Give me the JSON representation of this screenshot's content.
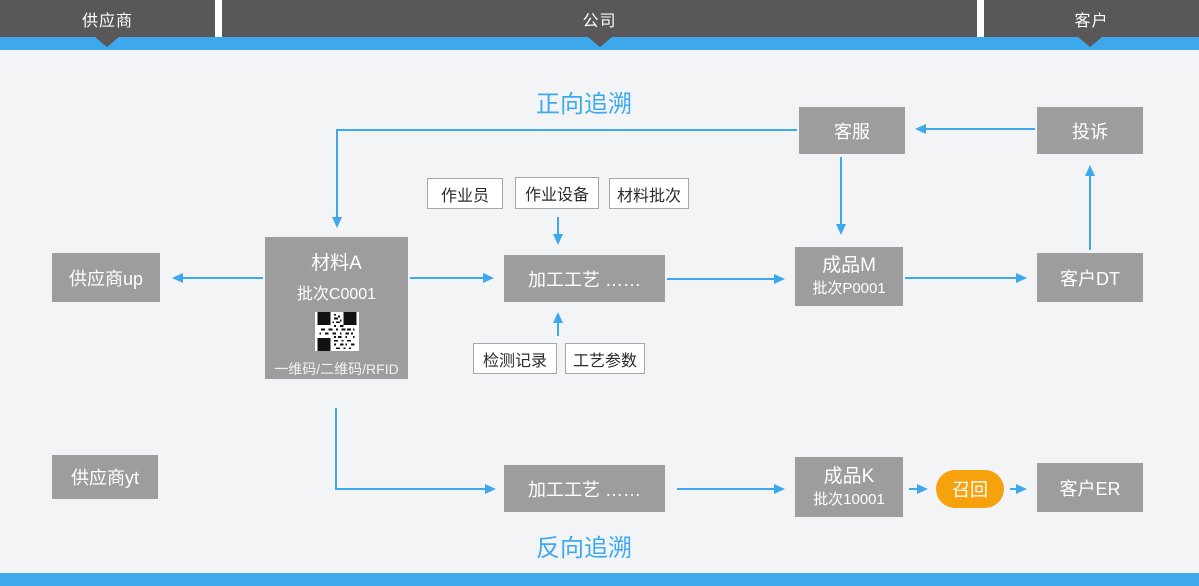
{
  "header": {
    "segments": [
      {
        "label": "供应商"
      },
      {
        "label": "公司"
      },
      {
        "label": "客户"
      }
    ]
  },
  "titles": {
    "forward": "正向追溯",
    "backward": "反向追溯"
  },
  "nodes": {
    "customer_service": {
      "label": "客服"
    },
    "complaint": {
      "label": "投诉"
    },
    "supplier_up": {
      "label": "供应商up"
    },
    "material_a": {
      "title": "材料A",
      "batch": "批次C0001",
      "caption": "一维码/二维码/RFID"
    },
    "process_top": {
      "label": "加工工艺  ……"
    },
    "product_m": {
      "title": "成品M",
      "batch": "批次P0001"
    },
    "customer_dt": {
      "label": "客户DT"
    },
    "supplier_yt": {
      "label": "供应商yt"
    },
    "process_bottom": {
      "label": "加工工艺  ……"
    },
    "product_k": {
      "title": "成品K",
      "batch": "批次10001"
    },
    "recall": {
      "label": "召回"
    },
    "customer_er": {
      "label": "客户ER"
    }
  },
  "tags": {
    "operator": "作业员",
    "equipment": "作业设备",
    "material_batch": "材料批次",
    "inspection_record": "检测记录",
    "process_params": "工艺参数"
  },
  "colors": {
    "accent_blue": "#3da8ec",
    "header_gray": "#595757",
    "node_gray": "#9d9d9d",
    "recall_orange": "#f5a20c",
    "background": "#f3f4f6"
  }
}
